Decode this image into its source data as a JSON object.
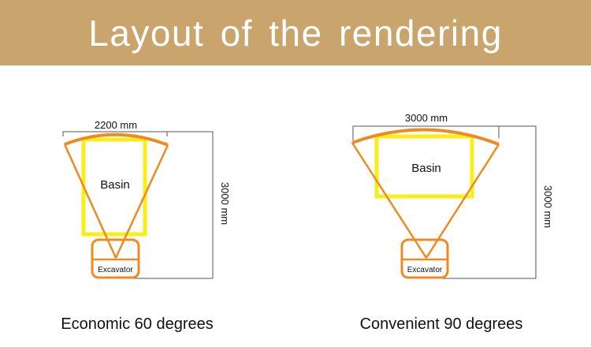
{
  "header": {
    "title": "Layout of the rendering"
  },
  "colors": {
    "header_bg": "#c9a46c",
    "cone": "#ee8a22",
    "basin": "#f7ee1a",
    "dimension": "#555555"
  },
  "diagrams": [
    {
      "width_label": "2200 mm",
      "depth_label": "3000 mm",
      "basin_label": "Basin",
      "excavator_label": "Excavator",
      "caption": "Economic 60 degrees"
    },
    {
      "width_label": "3000 mm",
      "depth_label": "3000 mm",
      "basin_label": "Basin",
      "excavator_label": "Excavator",
      "caption": "Convenient 90 degrees"
    }
  ]
}
